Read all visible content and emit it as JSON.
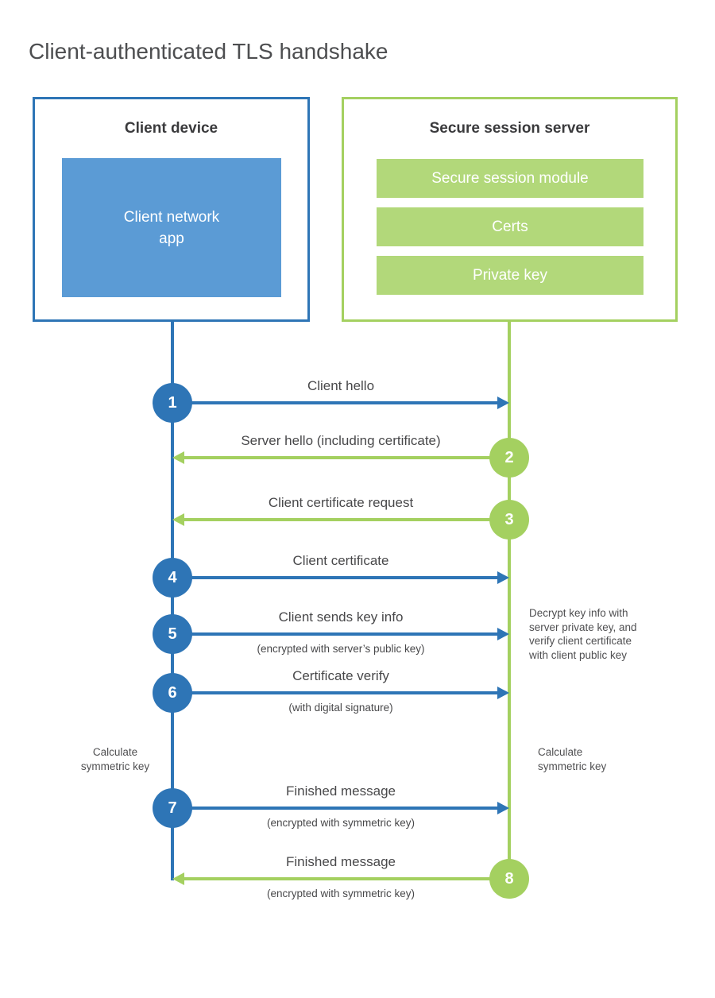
{
  "title": "Client-authenticated TLS handshake",
  "colors": {
    "blue": "#2e75b6",
    "blue_fill": "#5b9bd5",
    "green": "#a4d060",
    "green_fill": "#b2d87a"
  },
  "client": {
    "title": "Client device",
    "app_label": "Client network\napp"
  },
  "server": {
    "title": "Secure session server",
    "modules": [
      "Secure session module",
      "Certs",
      "Private key"
    ]
  },
  "steps": [
    {
      "number": "1",
      "label": "Client hello",
      "sublabel": "",
      "direction": "client-to-server"
    },
    {
      "number": "2",
      "label": "Server hello (including certificate)",
      "sublabel": "",
      "direction": "server-to-client"
    },
    {
      "number": "3",
      "label": "Client certificate request",
      "sublabel": "",
      "direction": "server-to-client"
    },
    {
      "number": "4",
      "label": "Client certificate",
      "sublabel": "",
      "direction": "client-to-server"
    },
    {
      "number": "5",
      "label": "Client sends key info",
      "sublabel": "(encrypted with server’s public key)",
      "direction": "client-to-server"
    },
    {
      "number": "6",
      "label": "Certificate verify",
      "sublabel": "(with digital signature)",
      "direction": "client-to-server"
    },
    {
      "number": "7",
      "label": "Finished message",
      "sublabel": "(encrypted with symmetric key)",
      "direction": "client-to-server"
    },
    {
      "number": "8",
      "label": "Finished message",
      "sublabel": "(encrypted with symmetric key)",
      "direction": "server-to-client"
    }
  ],
  "annotations": {
    "decrypt_note": "Decrypt key info with\nserver private key, and\nverify client certificate\nwith client public key",
    "calc_left": "Calculate\nsymmetric key",
    "calc_right": "Calculate\nsymmetric key"
  }
}
